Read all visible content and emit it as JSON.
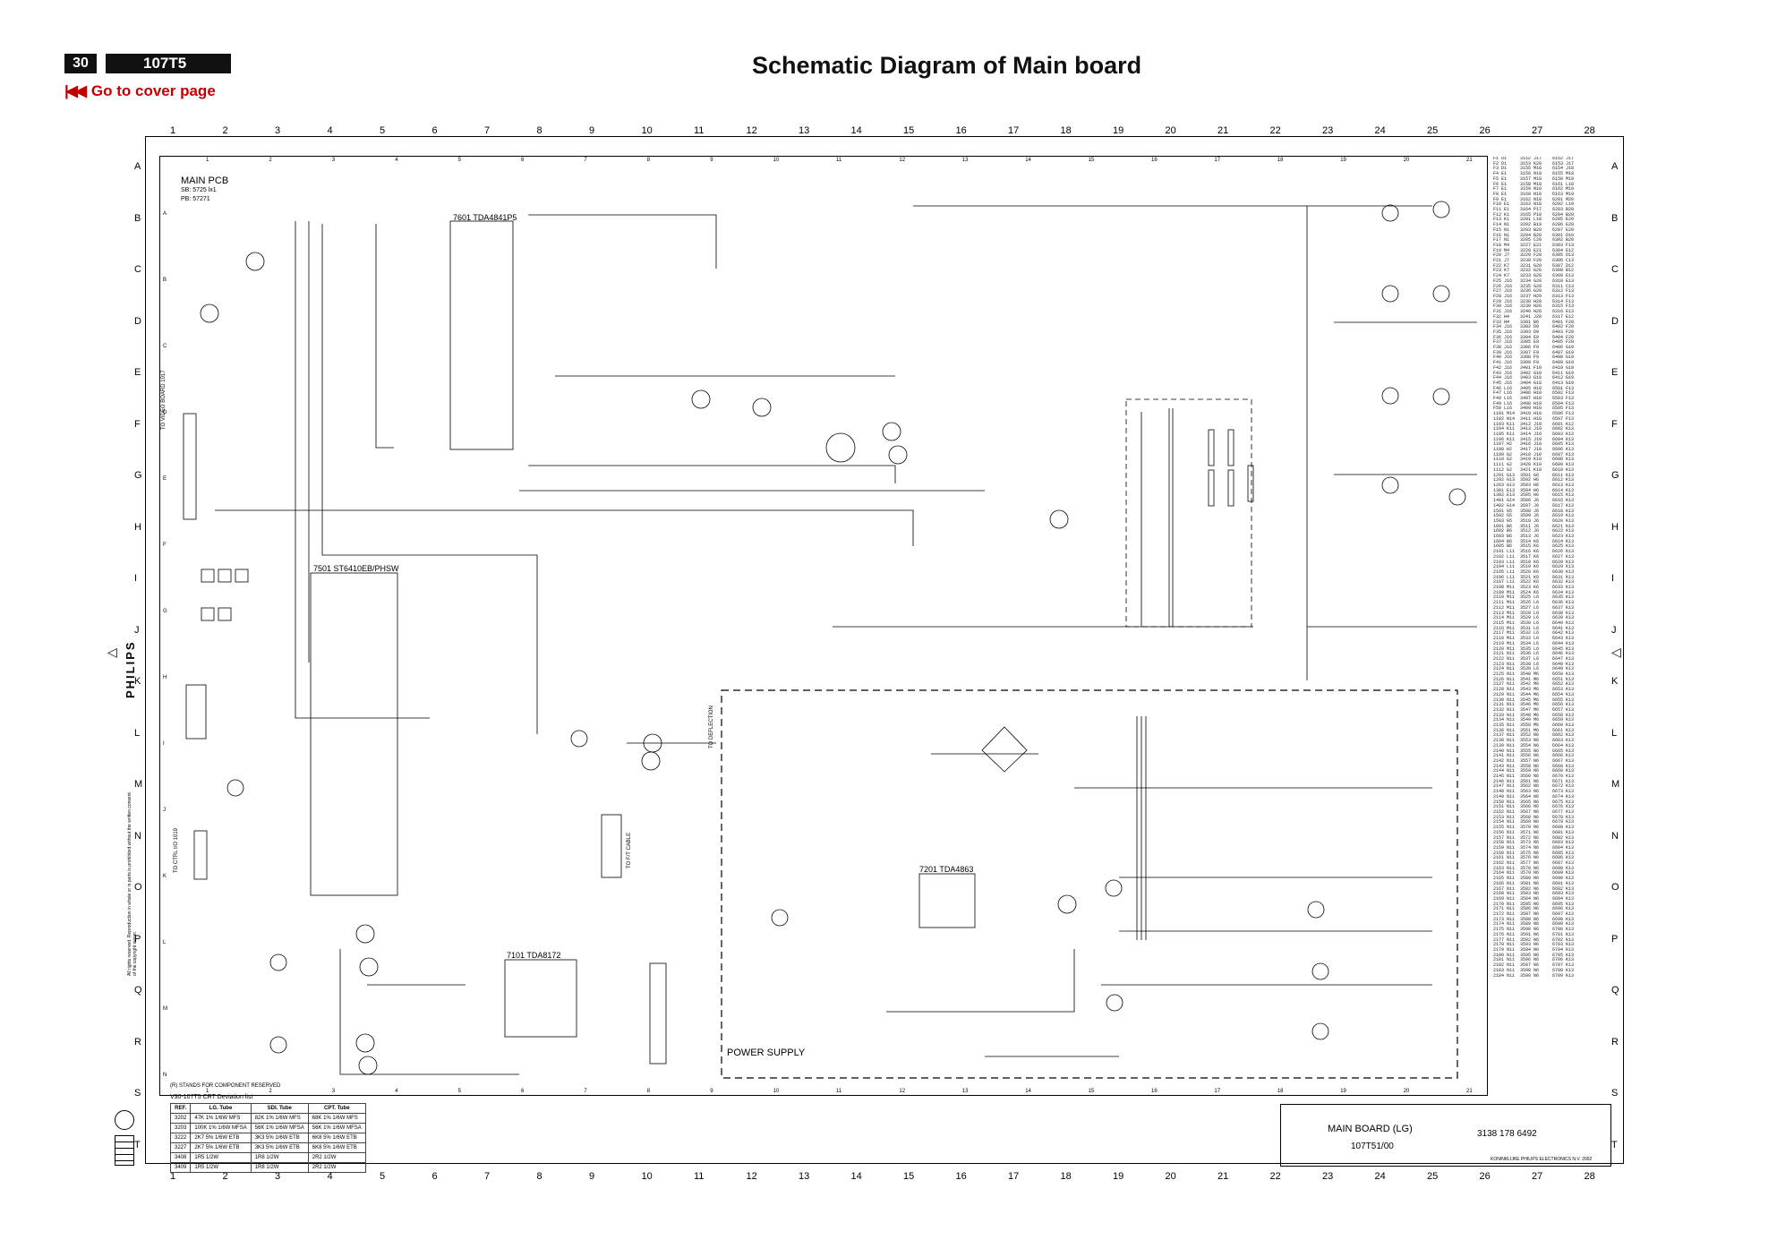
{
  "header": {
    "page_number": "30",
    "model": "107T5",
    "cover_link": "Go to cover page",
    "title": "Schematic Diagram of Main board"
  },
  "outer_columns": [
    "1",
    "2",
    "3",
    "4",
    "5",
    "6",
    "7",
    "8",
    "9",
    "10",
    "11",
    "12",
    "13",
    "14",
    "15",
    "16",
    "17",
    "18",
    "19",
    "20",
    "21",
    "22",
    "23",
    "24",
    "25",
    "26",
    "27",
    "28"
  ],
  "outer_rows": [
    "A",
    "B",
    "C",
    "D",
    "E",
    "F",
    "G",
    "H",
    "I",
    "J",
    "K",
    "L",
    "M",
    "N",
    "O",
    "P",
    "Q",
    "R",
    "S",
    "T"
  ],
  "inner_columns": [
    "1",
    "2",
    "3",
    "4",
    "5",
    "6",
    "7",
    "8",
    "9",
    "10",
    "11",
    "12",
    "13",
    "14",
    "15",
    "16",
    "17",
    "18",
    "19",
    "20",
    "21"
  ],
  "inner_rows": [
    "A",
    "B",
    "C",
    "D",
    "E",
    "F",
    "G",
    "H",
    "I",
    "J",
    "K",
    "L",
    "M",
    "N"
  ],
  "main_pcb": {
    "label": "MAIN PCB",
    "sb": "SB: 5725 lx1",
    "pb": "PB: 57271"
  },
  "power_supply_label": "POWER SUPPLY",
  "reserved_note": "(R) STANDS FOR COMPONENT RESERVED",
  "side_brand": "PHILIPS",
  "side_copyright": "All rights reserved. Reproduction in whole or in parts is prohibited without the written consent of the copyright owner.",
  "ic_labels": {
    "ic7601": "7601 TDA4841P5",
    "ic7501": "7501 ST6410EB/PHSW",
    "ic7101": "7101 TDA8172",
    "ic7201": "7201 TDA4863"
  },
  "connectors": {
    "video": "TO VIDEO BOARD 1017",
    "ctrl": "TO CTRL I/O 1019",
    "fbt": "TO F/T CABLE",
    "defl": "TO DEFLECTION"
  },
  "deviation_table": {
    "title": "V30-107T5 CRT Deviation list",
    "headers": [
      "REF.",
      "LG. Tube",
      "SDI. Tube",
      "CPT. Tube"
    ],
    "rows": [
      [
        "3202",
        "47K 1% 1/6W MFS",
        "82K 1% 1/6W MFS",
        "68K 1% 1/6W MFS"
      ],
      [
        "3203",
        "100K 1% 1/6W MFSA",
        "56K 1% 1/6W MFSA",
        "56K 1% 1/6W MFSA"
      ],
      [
        "3222",
        "2K7 5% 1/6W ETB",
        "3K3 5% 1/6W ETB",
        "6K8 5% 1/6W ETB"
      ],
      [
        "3227",
        "2K7 5% 1/6W ETB",
        "3K3 5% 1/6W ETB",
        "6K8 5% 1/6W ETB"
      ],
      [
        "3408",
        "1R5 1/2W",
        "1R8 1/2W",
        "2R2 1/2W"
      ],
      [
        "3409",
        "1R5 1/2W",
        "1R8 1/2W",
        "2R2 1/2W"
      ]
    ]
  },
  "title_block": {
    "board": "MAIN BOARD (LG)",
    "version": "107T51/00",
    "code": "3138 178 6492",
    "company": "KONINKLIJKE PHILIPS ELECTRONICS N.V. 2002"
  },
  "colors": {
    "ink": "#000000",
    "link_red": "#c00000",
    "header_box": "#111111"
  },
  "icons": [
    "skip-back-icon",
    "triangle-mark-icon",
    "philips-shield-icon"
  ]
}
